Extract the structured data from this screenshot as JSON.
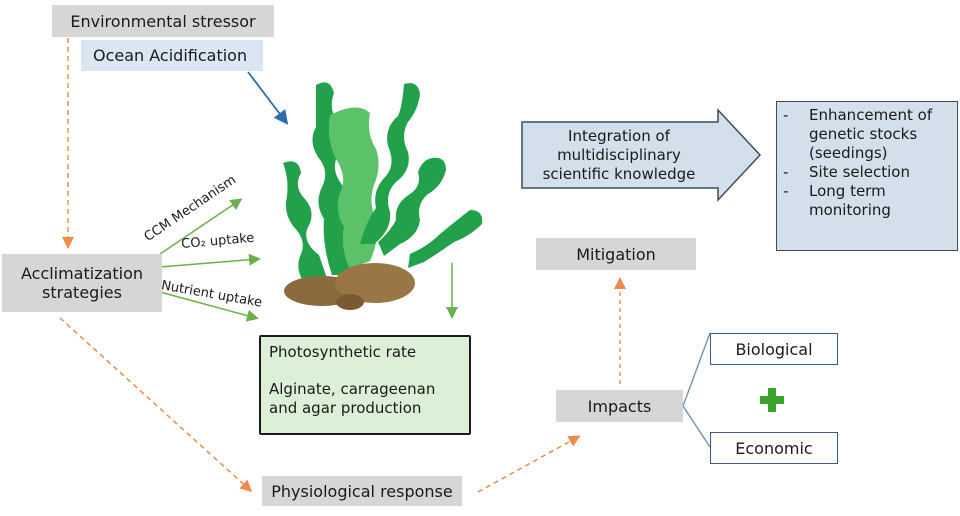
{
  "diagram": {
    "environmental_stressor": "Environmental stressor",
    "ocean_acidification": "Ocean Acidification",
    "acclimatization": "Acclimatization strategies",
    "arrows": {
      "ccm": "CCM Mechanism",
      "co2": "CO₂ uptake",
      "nutrient": "Nutrient uptake"
    },
    "response_box": {
      "line1": "Photosynthetic rate",
      "line2": "Alginate, carrageenan and agar production"
    },
    "physiological_response": "Physiological response",
    "impacts": "Impacts",
    "biological": "Biological",
    "economic": "Economic",
    "mitigation": "Mitigation",
    "integration": "Integration of multidisciplinary scientific knowledge",
    "mitigation_actions": [
      {
        "bullet": "-",
        "text": "Enhancement of genetic stocks (seedings)"
      },
      {
        "bullet": "-",
        "text": "Site selection"
      },
      {
        "bullet": "-",
        "text": "Long term monitoring"
      }
    ],
    "colors": {
      "orange_dashed": "#f08a4b",
      "green_arrow": "#6ab04c",
      "blue_arrow": "#2e6ab0",
      "seaweed_dark": "#22a04a",
      "seaweed_light": "#5cc26a",
      "rock": "#8b6a3e",
      "plus": "#3aa52b"
    }
  }
}
